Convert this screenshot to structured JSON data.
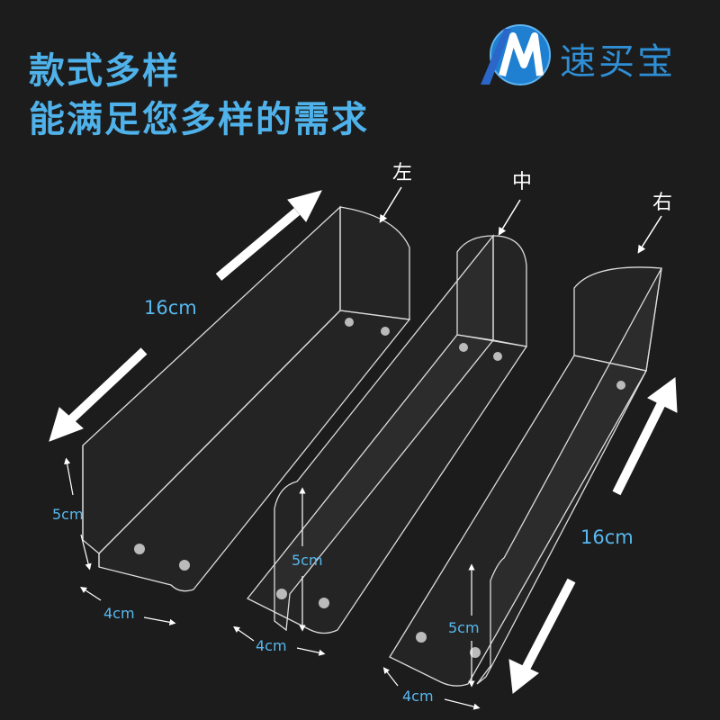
{
  "headline": {
    "line1": "款式多样",
    "line2": "能满足您多样的需求"
  },
  "brand": {
    "logo_icon": "M-logo-icon",
    "name": "速买宝",
    "color": "#2f8fd6"
  },
  "positions": {
    "left": "左",
    "middle": "中",
    "right": "右"
  },
  "dimensions": {
    "length_left": "16cm",
    "length_right": "16cm",
    "height_left": "5cm",
    "height_middle": "5cm",
    "height_right": "5cm",
    "width_left": "4cm",
    "width_middle": "4cm",
    "width_right": "4cm"
  },
  "colors": {
    "background": "#1c1c1c",
    "headline": "#4fb2ea",
    "dimension_text": "#57b8ef",
    "acrylic_edge": "#e8e8e8"
  }
}
